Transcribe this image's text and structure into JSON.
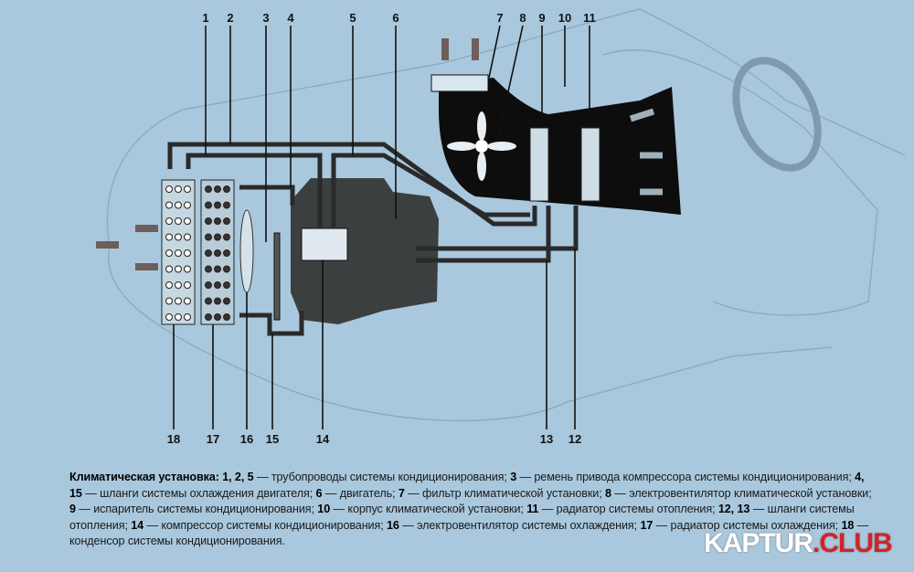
{
  "labels_top": [
    "1",
    "2",
    "3",
    "4",
    "5",
    "6",
    "7",
    "8",
    "9",
    "10",
    "11"
  ],
  "labels_bottom": [
    "18",
    "17",
    "16",
    "15",
    "14",
    "13",
    "12"
  ],
  "caption": {
    "title": "Климатическая установка:",
    "items": [
      {
        "n": "1, 2, 5",
        "t": " — трубопроводы системы кондиционирования; "
      },
      {
        "n": "3",
        "t": " — ремень привода компрессора системы кондиционирования; "
      },
      {
        "n": "4, 15",
        "t": " — шланги системы охлаждения двигателя; "
      },
      {
        "n": "6",
        "t": " — двигатель; "
      },
      {
        "n": "7",
        "t": " — фильтр климатической установки; "
      },
      {
        "n": "8",
        "t": " — электровентилятор климатической установки; "
      },
      {
        "n": "9",
        "t": " — испаритель системы кондиционирования; "
      },
      {
        "n": "10",
        "t": " — корпус климатической установки; "
      },
      {
        "n": "11",
        "t": " — радиатор системы отопления; "
      },
      {
        "n": "12, 13",
        "t": " — шланги системы отопления; "
      },
      {
        "n": "14",
        "t": " — компрессор системы кондиционирования; "
      },
      {
        "n": "16",
        "t": " — электровентилятор системы охлаждения; "
      },
      {
        "n": "17",
        "t": " — радиатор системы охлаждения; "
      },
      {
        "n": "18",
        "t": " — конденсор системы кондиционирования."
      }
    ]
  },
  "watermark": {
    "main": "KAPTUR",
    "accent": ".CLUB"
  },
  "colors": {
    "background": "#a9c8de",
    "engine": "#3b3f3f",
    "housing": "#0d0d0d"
  }
}
